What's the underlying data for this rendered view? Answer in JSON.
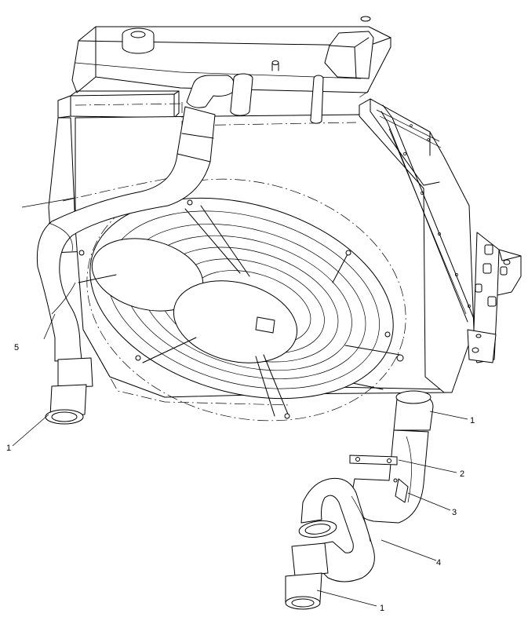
{
  "callouts": {
    "hose_top_right": "1",
    "bracket": "2",
    "clamp": "3",
    "lower_hose": "4",
    "upper_hose": "5",
    "hose_left": "1",
    "hose_bottom": "1"
  }
}
